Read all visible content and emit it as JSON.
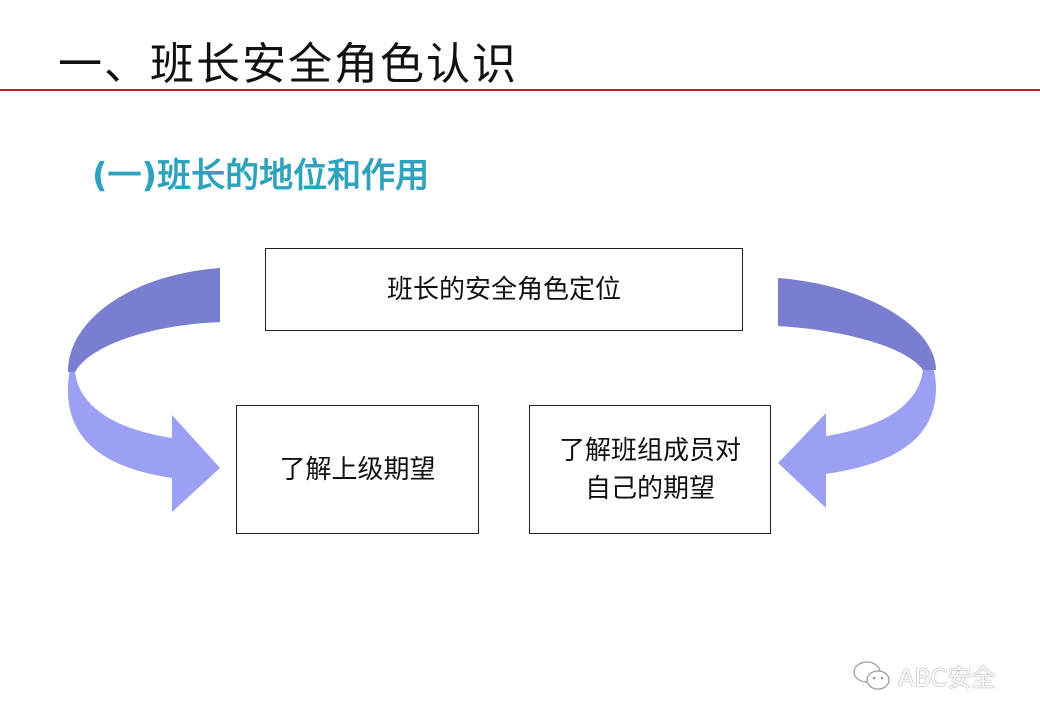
{
  "slide": {
    "title": "一、班长安全角色认识",
    "subtitle": "(一)班长的地位和作用"
  },
  "diagram": {
    "top_box": "班长的安全角色定位",
    "left_box": "了解上级期望",
    "right_box_line1": "了解班组成员对",
    "right_box_line2": "自己的期望"
  },
  "watermark": {
    "text": "ABC安全",
    "icon": "wechat-icon"
  },
  "colors": {
    "rule": "#c8202a",
    "subtitle": "#2fa3bd",
    "arrow_dark": "#7a7ed0",
    "arrow_light": "#9ba0f2"
  }
}
